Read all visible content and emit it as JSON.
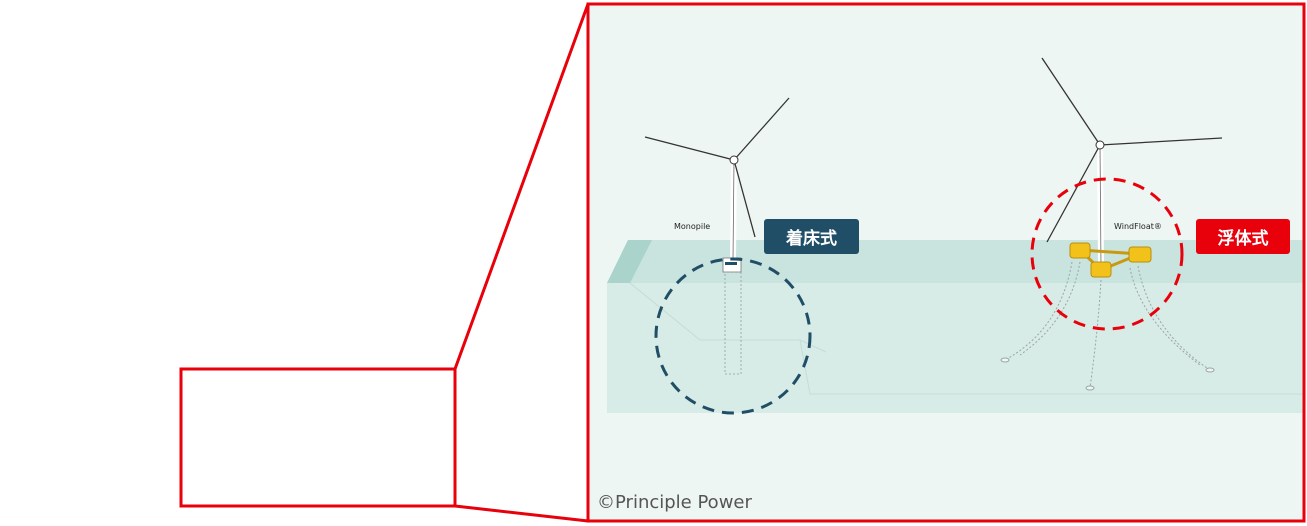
{
  "labels": {
    "fixed_type": "着床式",
    "floating_type": "浮体式",
    "monopile": "Monopile",
    "windfloat": "WindFloat®",
    "copyright": "©Principle Power"
  },
  "colors": {
    "highlight_red": "#e8000b",
    "fixed_navy": "#1f4e66",
    "panel_bg": "#eef6f4",
    "sea": "#d7ebe7",
    "float_yellow": "#f2c21b"
  }
}
